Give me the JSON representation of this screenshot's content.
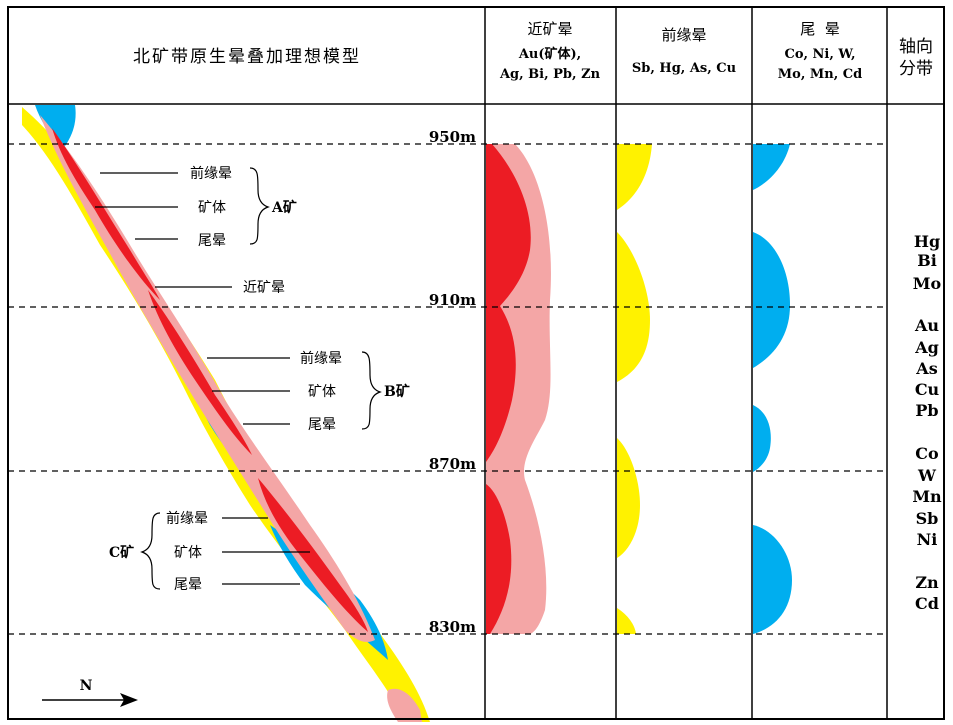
{
  "header": {
    "title": "北矿带原生晕叠加理想模型",
    "near_halo": {
      "line1": "近矿晕",
      "line2": "Au(矿体),",
      "line3": "Ag, Bi, Pb, Zn"
    },
    "front_halo": {
      "line1": "前缘晕",
      "line2": "Sb, Hg, As, Cu"
    },
    "tail_halo": {
      "line1": "尾  晕",
      "line2": "Co, Ni, W,",
      "line3": "Mo, Mn, Cd"
    },
    "axial_zoning": {
      "line1": "轴向",
      "line2": "分带"
    }
  },
  "depths": [
    "950m",
    "910m",
    "870m",
    "830m"
  ],
  "ore_a": {
    "front": "前缘晕",
    "body": "矿体",
    "tail": "尾晕",
    "name": "A矿"
  },
  "near_ore_label": "近矿晕",
  "ore_b": {
    "front": "前缘晕",
    "body": "矿体",
    "tail": "尾晕",
    "name": "B矿"
  },
  "ore_c": {
    "front": "前缘晕",
    "body": "矿体",
    "tail": "尾晕",
    "name": "C矿"
  },
  "zoning_sequence": [
    "Hg",
    "Bi",
    "Mo",
    "Au",
    "Ag",
    "As",
    "Cu",
    "Pb",
    "Co",
    "W",
    "Mn",
    "Sb",
    "Ni",
    "Zn",
    "Cd"
  ],
  "north_label": "N",
  "colors": {
    "ore_red": "#ec1c24",
    "near_pink": "#f4a6a6",
    "front_yellow": "#fff200",
    "tail_blue": "#00aeef"
  }
}
